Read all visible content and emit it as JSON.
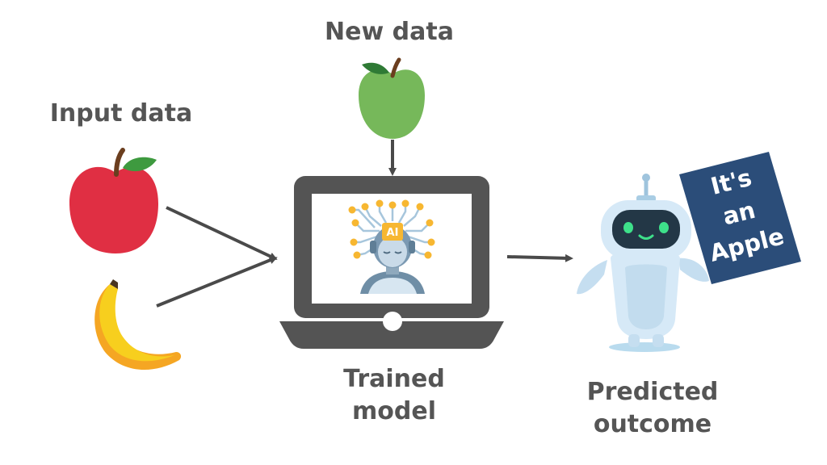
{
  "labels": {
    "new_data": "New data",
    "input_data": "Input data",
    "trained_model_line1": "Trained",
    "trained_model_line2": "model",
    "predicted_outcome_line1": "Predicted",
    "predicted_outcome_line2": "outcome"
  },
  "screen": {
    "ai_chip": "AI"
  },
  "sign": {
    "line1": "It's",
    "line2": "an",
    "line3": "Apple"
  },
  "colors": {
    "label_text": "#555555",
    "arrow": "#4a4a4a",
    "laptop": "#545454",
    "green_apple": "#76b85a",
    "red_apple": "#e02f43",
    "banana": "#f7c51e",
    "sign": "#2b4d79",
    "robot_body": "#d6e9f7"
  },
  "icons": [
    "green-apple-icon",
    "red-apple-icon",
    "banana-icon",
    "laptop-icon",
    "ai-head-icon",
    "robot-icon"
  ]
}
